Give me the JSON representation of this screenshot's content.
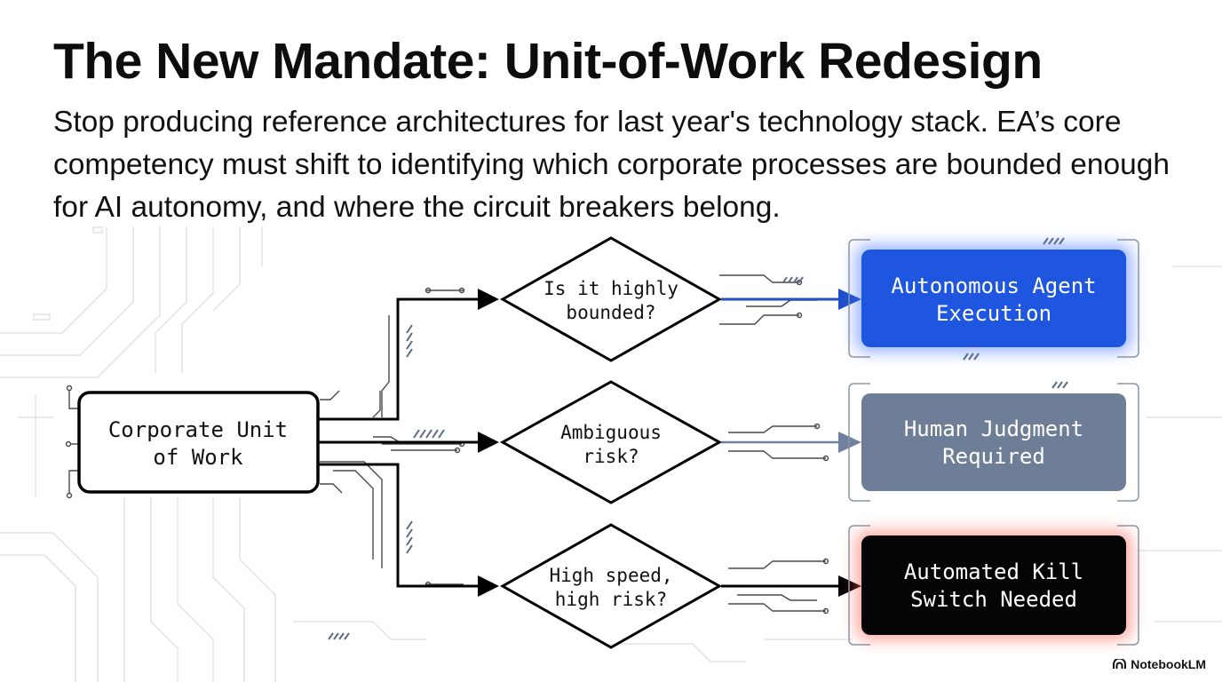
{
  "title": "The New Mandate: Unit-of-Work Redesign",
  "subtitle": "Stop producing reference architectures for last year's technology stack. EA’s core competency must shift to identifying which corporate processes are bounded enough for AI autonomy, and where the circuit breakers belong.",
  "diagram": {
    "source": {
      "line1": "Corporate Unit",
      "line2": "of Work"
    },
    "decisions": [
      {
        "line1": "Is it highly",
        "line2": "bounded?"
      },
      {
        "line1": "Ambiguous",
        "line2": "risk?"
      },
      {
        "line1": "High speed,",
        "line2": "high risk?"
      }
    ],
    "outcomes": [
      {
        "line1": "Autonomous Agent",
        "line2": "Execution",
        "fill": "#1f56e0",
        "glow": "#3b6cff",
        "text_color": "#ffffff"
      },
      {
        "line1": "Human Judgment",
        "line2": "Required",
        "fill": "#6e7e96",
        "glow": "#9aa6b8",
        "text_color": "#ffffff"
      },
      {
        "line1": "Automated Kill",
        "line2": "Switch Needed",
        "fill": "#050505",
        "glow": "#ff5a4a",
        "text_color": "#ffffff"
      }
    ]
  },
  "branding": {
    "logo_icon": "notebooklm-icon",
    "label": "NotebookLM"
  }
}
